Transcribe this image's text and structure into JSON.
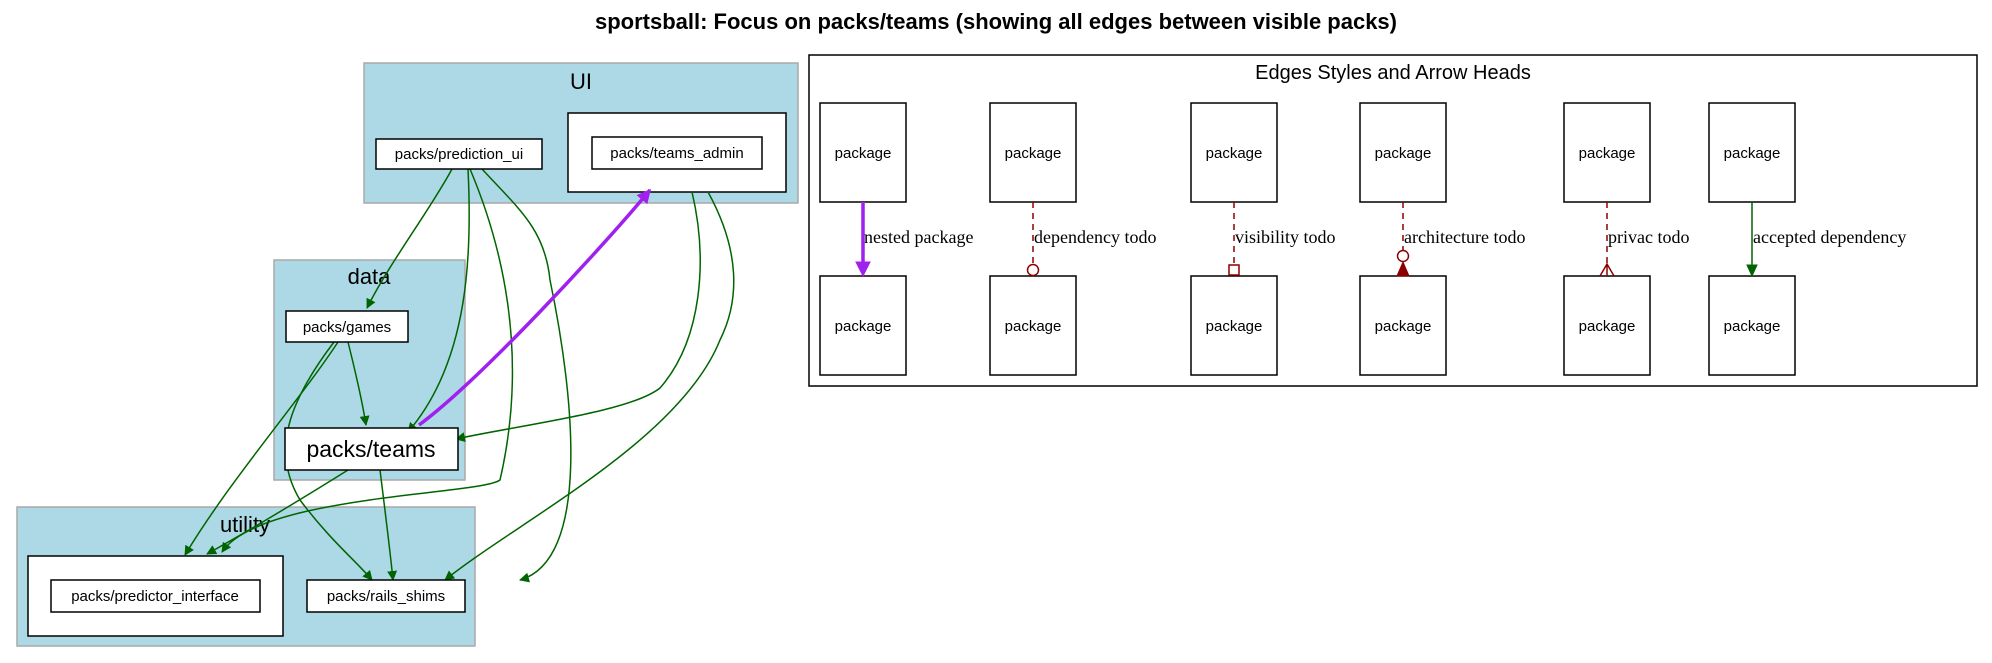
{
  "title": "sportsball: Focus on packs/teams (showing all edges between visible packs)",
  "clusters": {
    "ui": "UI",
    "data": "data",
    "utility": "utility"
  },
  "nodes": {
    "prediction_ui": "packs/prediction_ui",
    "teams_admin": "packs/teams_admin",
    "games": "packs/games",
    "teams": "packs/teams",
    "predictor_interface": "packs/predictor_interface",
    "rails_shims": "packs/rails_shims"
  },
  "legend": {
    "title": "Edges Styles and Arrow Heads",
    "node_label": "package",
    "edges": [
      {
        "label": "nested package",
        "color": "#a020f0",
        "style": "bold",
        "arrowhead": "normal"
      },
      {
        "label": "dependency todo",
        "color": "#8b0000",
        "style": "dashed",
        "arrowhead": "odot"
      },
      {
        "label": "visibility todo",
        "color": "#8b0000",
        "style": "dashed",
        "arrowhead": "obox"
      },
      {
        "label": "architecture todo",
        "color": "#8b0000",
        "style": "dashed",
        "arrowhead": "dotnormal"
      },
      {
        "label": "privac todo",
        "color": "#8b0000",
        "style": "dashed",
        "arrowhead": "crow"
      },
      {
        "label": "accepted dependency",
        "color": "#006400",
        "style": "solid",
        "arrowhead": "normal"
      }
    ]
  },
  "colors": {
    "cluster_fill": "#add8e6",
    "cluster_border": "#a9a9a9",
    "accepted_dependency": "#006400",
    "nested_package": "#a020f0",
    "todo": "#8b0000"
  }
}
